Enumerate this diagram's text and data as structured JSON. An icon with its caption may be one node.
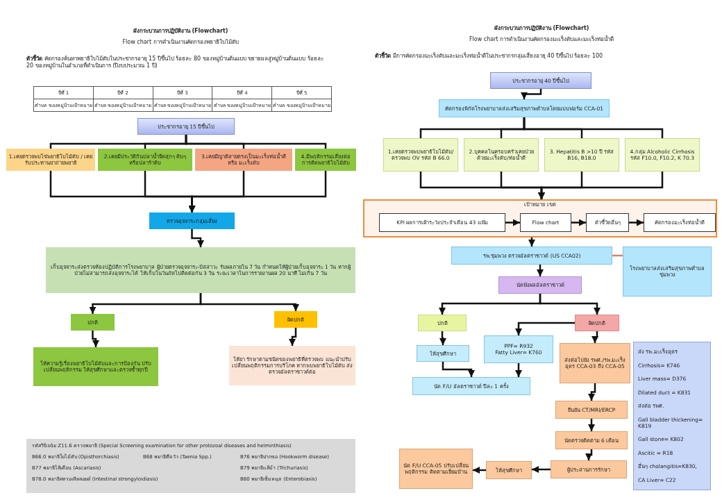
{
  "diagram": {
    "nodes": [
      {
        "text": [
          "ประชากรอายุ 15 ปีขึ้นไป"
        ]
      },
      {
        "text": [
          "1.เคยตรวจพบไข่พยาธิใบไม้ตับ / เคยรับประทานยาถ่ายพยาธิ"
        ]
      },
      {
        "text": [
          "2.เคยมีประวัติกินปลาน้ำจืดสุกๆ ดิบๆ หรือปลาร้าดิบ"
        ]
      },
      {
        "text": [
          "3.เคยมีญาติสายตรงเป็นมะเร็งท่อน้ำดี หรือ มะเร็งตับ"
        ]
      },
      {
        "text": [
          "4.มีพฤติกรรมเสี่ยงต่อการติดพยาธิใบไม้ตับ"
        ]
      },
      {
        "text": [
          "ตรวจอุจจาระกลุ่มเสี่ยง"
        ]
      },
      {
        "text": [
          "เก็บอุจจาระส่งตรวจห้องปฏิบัติการโรงพยาบาล ผู้ป่วยตรวจอุจจาระ-ปัสสาวะ รับผลภายใน 7 วัน กำหนดให้ผู้ป่วยเก็บอุจจาระ 1 วัน หากผู้ป่วยไม่สามารถส่งอุจจาระได้ ให้เก็บในวันถัดไปติดต่อกัน 3 วัน ระยะเวลาในการรายงานผล 20 นาที ไม่เกิน 7 วัน"
        ]
      },
      {
        "text": [
          "ปกติ"
        ]
      },
      {
        "text": [
          "ผิดปกติ"
        ]
      },
      {
        "text": [
          "ให้ความรู้เรื่องพยาธิใบไม้ตับและการป้องกัน ปรับเปลี่ยนพฤติกรรม ให้สุขศึกษาและตรวจซ้ำทุกปี"
        ]
      },
      {
        "text": [
          "ให้ยา รักษาตามชนิดของพยาธิที่ตรวจพบ แนะนำปรับเปลี่ยนพฤติกรรมการบริโภค หากพบพยาธิใบไม้ตับ ส่งตรวจอัลตราซาวด์ต่อ"
        ]
      },
      {
        "text": [
          "รหัสวินิจฉัย Z11.6 ตรวจพยาธิ (Special Screening examination for other protozoal diseases and helminthiasis)",
          "B66.0 พยาธิใบไม้ตับ (Opisthorchiasis)",
          "B68 พยาธิตืดวัว (Taenia Spp.)",
          "B76 พยาธิปากขอ (Hookworm disease)",
          "B77 พยาธิไส้เดือน (Ascariasis)",
          "B79 พยาธิแส้ม้า (Trichuriasis)",
          "B78.0 พยาธิสตรองจิลลอยด์ (Intestinal strongyloidiasis)",
          "B80 พยาธิเข็มหมุด (Enterobiasis)"
        ]
      },
      {
        "text": [
          "ประชากรอายุ 40 ปีขึ้นไป"
        ]
      },
      {
        "text": [
          "คัดกรองพิกัดโรงพยาบาลส่งเสริมสุขภาพตำบลโดยแบบฟอร์ม CCA-01"
        ]
      },
      {
        "text": [
          "1.เคยตรวจพบพยาธิใบไม้ตับ/ตรวจพบ OV รหัส B 66.0"
        ]
      },
      {
        "text": [
          "2.บุคคลในครอบครัวเคยป่วยด้วยมะเร็งตับ/ท่อน้ำดี"
        ]
      },
      {
        "text": [
          "3. Hepatitis B >10 ปี รหัส B16, B18.0"
        ]
      },
      {
        "text": [
          "4.กลุ่ม Alcoholic Cirrhosis รหัส F10.0, F10.2, K 70.3"
        ]
      },
      {
        "text": [
          "เป้าหมาย เขต"
        ]
      },
      {
        "text": [
          "KPI ผลการเฝ้าระวังประจำเดือน 43 แฟ้ม"
        ],
        "in": 18
      },
      {
        "text": [
          "Flow chart"
        ],
        "in": 18
      },
      {
        "text": [
          "ตัวชี้วัดอื่นๆ"
        ],
        "in": 18
      },
      {
        "text": [
          "คัดกรองมะเร็งท่อน้ำดี"
        ],
        "in": 18
      },
      {
        "text": [
          "รพ.ชุมพวง ตรวจอัลตราซาวด์ (US CCA02)"
        ]
      },
      {
        "text": [
          "โรงพยาบาลส่งเสริมสุขภาพตำบล ชุมพวง"
        ]
      },
      {
        "text": [
          "นัดฟังผลอัลตราซาวด์"
        ]
      },
      {
        "text": [
          "ปกติ"
        ]
      },
      {
        "text": [
          "ผิดปกติ"
        ]
      },
      {
        "text": [
          "ให้สุขศึกษา"
        ]
      },
      {
        "text": [
          "PPF= R932",
          "Fatty Liver= K760"
        ]
      },
      {
        "text": [
          "นัด F/U อัลตราซาวด์ ปีละ 1 ครั้ง"
        ]
      },
      {
        "text": [
          "ส่งต่อไปยัง รพศ./รพ.มะเร็งอุดร CCA-03 ถึง CCA-05"
        ]
      },
      {
        "text": [
          "ส่ง รพ.มะเร็งอุดร",
          "Cirrhosis= K746",
          "Liver mass= D376",
          "Dilated duct = K831",
          "ส่งต่อ รพศ.",
          "Gall bladder thickening= K819",
          "Gall stone= K802",
          "Ascitic = R18",
          "อื่นๆ cholangitis=K830,",
          "CA Liver= C22"
        ]
      },
      {
        "text": [
          "ยืนยัน CT/MRI/ERCP"
        ]
      },
      {
        "text": [
          "นัดตรวจติดตาม 6 เดือน"
        ]
      },
      {
        "text": [
          "ผู้ประสานการรักษา"
        ]
      },
      {
        "text": [
          "ให้สุขศึกษา"
        ]
      },
      {
        "text": [
          "นัด F/U CCA-05 ปรับเปลี่ยนพฤติกรรม ติดตามเยี่ยมบ้าน"
        ]
      }
    ],
    "edges": [
      {
        "from": 0,
        "to": 1,
        "arrow": "none"
      },
      {
        "from": 0,
        "to": 2,
        "arrow": "none"
      },
      {
        "from": 0,
        "to": 3,
        "arrow": "none"
      },
      {
        "from": 0,
        "to": 4,
        "arrow": "none"
      },
      {
        "from": 1,
        "to": 5,
        "arrow": "to"
      },
      {
        "from": 2,
        "to": 5,
        "arrow": "to"
      },
      {
        "from": 3,
        "to": 5,
        "arrow": "to"
      },
      {
        "from": 4,
        "to": 5,
        "arrow": "to"
      },
      {
        "from": 5,
        "to": 6,
        "arrow": "to"
      },
      {
        "from": 6,
        "to": 7,
        "arrow": "to"
      },
      {
        "from": 6,
        "to": 8,
        "arrow": "to"
      },
      {
        "from": 7,
        "to": 9,
        "arrow": "to"
      },
      {
        "from": 8,
        "to": 10,
        "arrow": "to"
      },
      {
        "from": 12,
        "to": 13,
        "arrow": "to"
      },
      {
        "from": 13,
        "to": 14,
        "arrow": "none"
      },
      {
        "from": 13,
        "to": 15,
        "arrow": "none"
      },
      {
        "from": 13,
        "to": 16,
        "arrow": "none"
      },
      {
        "from": 13,
        "to": 17,
        "arrow": "none"
      },
      {
        "from": 14,
        "to": 18,
        "arrow": "to"
      },
      {
        "from": 15,
        "to": 18,
        "arrow": "to"
      },
      {
        "from": 16,
        "to": 18,
        "arrow": "to"
      },
      {
        "from": 17,
        "to": 18,
        "arrow": "to"
      },
      {
        "from": 19,
        "to": 20,
        "arrow": "to"
      },
      {
        "from": 20,
        "to": 21,
        "arrow": "to"
      },
      {
        "from": 21,
        "to": 22,
        "arrow": "to"
      },
      {
        "from": 18,
        "to": 23,
        "arrow": "to"
      },
      {
        "from": 23,
        "to": 24,
        "arrow": "none",
        "color": "#d9826b"
      },
      {
        "from": 23,
        "to": 25,
        "arrow": "to"
      },
      {
        "from": 25,
        "to": 26,
        "arrow": "to"
      },
      {
        "from": 25,
        "to": 27,
        "arrow": "to"
      },
      {
        "from": 26,
        "to": 28,
        "arrow": "to"
      },
      {
        "from": 27,
        "to": 29,
        "arrow": "to"
      },
      {
        "from": 28,
        "to": 30,
        "arrow": "to"
      },
      {
        "from": 29,
        "to": 30,
        "arrow": "to"
      },
      {
        "from": 27,
        "to": 31,
        "arrow": "to"
      },
      {
        "from": 31,
        "to": 33,
        "arrow": "to"
      },
      {
        "from": 33,
        "to": 34,
        "arrow": "to"
      },
      {
        "from": 34,
        "to": 35,
        "arrow": "to"
      },
      {
        "from": 35,
        "to": 36,
        "arrow": "to"
      },
      {
        "from": 36,
        "to": 37,
        "arrow": "to"
      }
    ],
    "labels": [
      "ผังกระบวนการปฏิบัติงาน (Flowchart)",
      "Flow chart การดำเนินงานคัดกรองพยาธิใบไม้ตับ",
      "**ตัวชี้วัด** คัดกรองค้นหาพยาธิใบไม้ตับในประชากรอายุ 15 ปีขึ้นไป ร้อยละ 80 ของหมู่บ้านต้นแบบ ขยายผลสู่หมู่บ้านต้นแบบ ร้อยละ 20 ของหมู่บ้านในอำเภอที่ดำเนินการ (ปีงบประมาณ 1 ปี)",
      "ปีที่ 1",
      "ปีที่ 2",
      "ปีที่ 3",
      "ปีที่ 4",
      "ปีที่ 5",
      "ตำบล ของหมู่บ้านเป้าหมาย",
      "ตำบล ของหมู่บ้านเป้าหมาย",
      "ตำบล ของหมู่บ้านเป้าหมาย",
      "ตำบล ของหมู่บ้านเป้าหมาย",
      "ตำบล ของหมู่บ้านเป้าหมาย",
      "ผังกระบวนการปฏิบัติงาน (Flowchart)",
      "Flow chart การดำเนินงานคัดกรองมะเร็งตับและมะเร็งท่อน้ำดี",
      "**ตัวชี้วัด** มีการคัดกรองมะเร็งตับและมะเร็งท่อน้ำดีในประชากรกลุ่มเสี่ยงอายุ 40 ปีขึ้นไป ร้อยละ 100"
    ]
  }
}
